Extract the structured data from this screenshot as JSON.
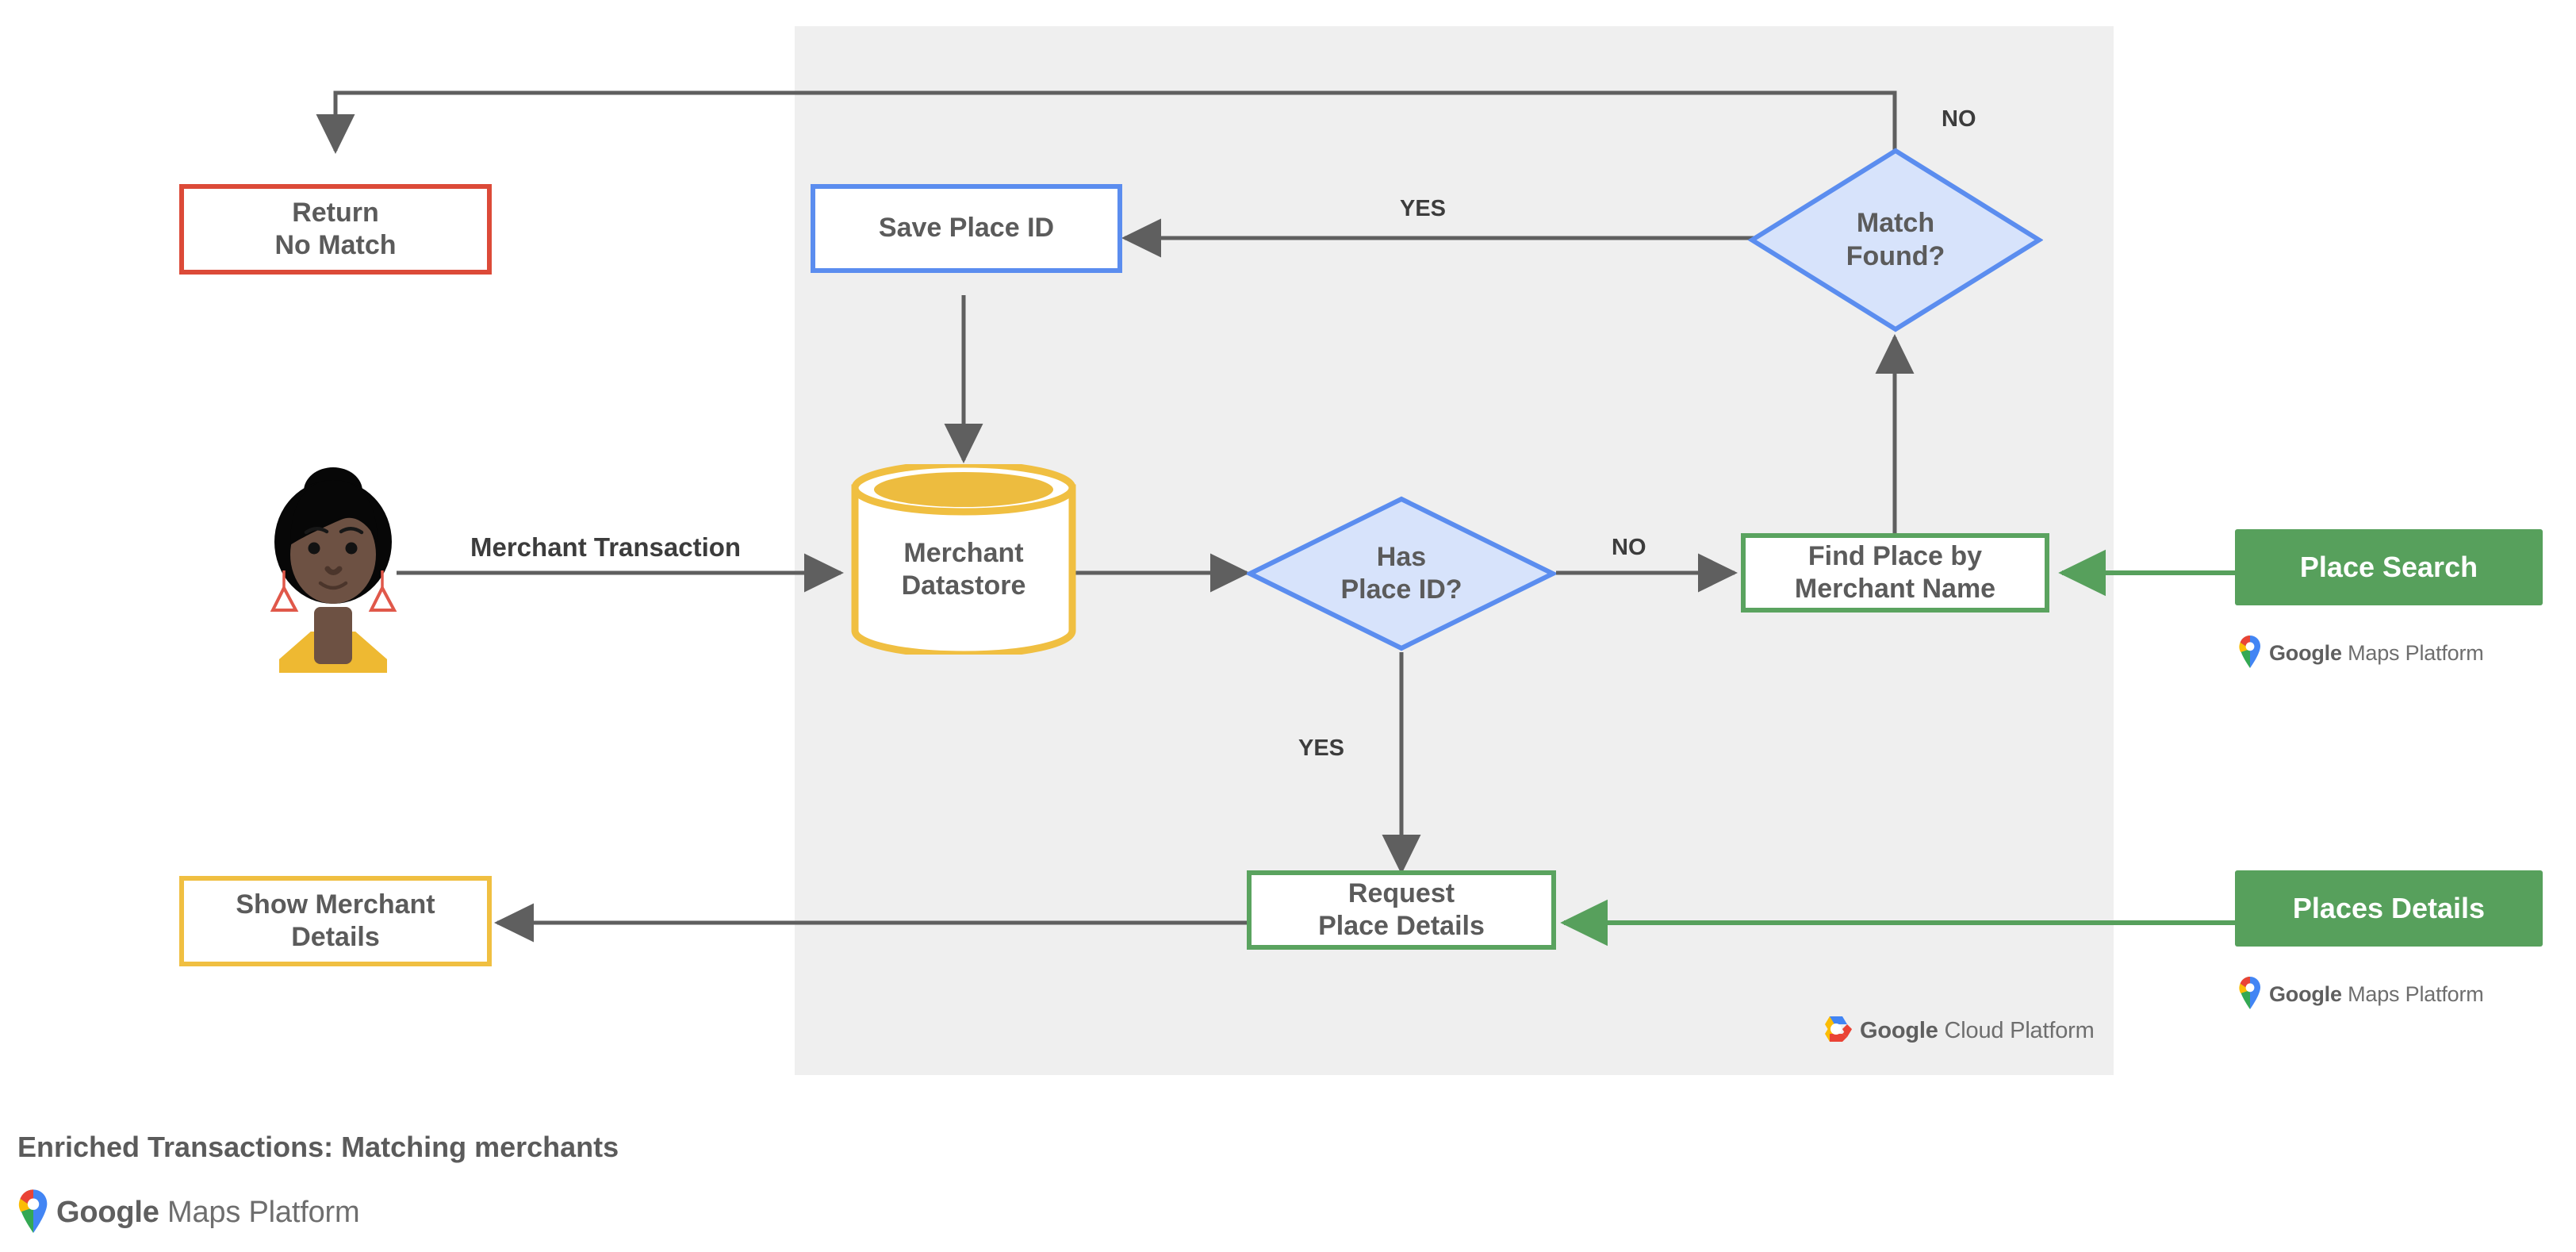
{
  "diagram": {
    "caption": "Enriched Transactions: Matching merchants",
    "platform_panel_label": "Google Cloud Platform",
    "colors": {
      "panel_bg": "#efefef",
      "red": "#dc4a38",
      "blue": "#5b8def",
      "green": "#5aa35f",
      "green_solid": "#57a05c",
      "amber": "#f0bf41",
      "diamond_fill": "#d7e3fb",
      "edge": "#5f5f5f",
      "text": "#5b5b5b"
    }
  },
  "nodes": {
    "return_no_match": {
      "label": "Return\nNo Match",
      "style": "red-outline"
    },
    "save_place_id": {
      "label": "Save Place ID",
      "style": "blue-outline"
    },
    "match_found": {
      "label": "Match\nFound?",
      "style": "blue-diamond"
    },
    "merchant_datastore": {
      "label": "Merchant\nDatastore",
      "style": "amber-cylinder"
    },
    "has_place_id": {
      "label": "Has\nPlace ID?",
      "style": "blue-diamond"
    },
    "find_place": {
      "label": "Find Place by\nMerchant Name",
      "style": "green-outline"
    },
    "place_search": {
      "label": "Place Search",
      "style": "green-solid"
    },
    "request_place_details": {
      "label": "Request\nPlace Details",
      "style": "green-outline"
    },
    "places_details": {
      "label": "Places Details",
      "style": "green-solid"
    },
    "show_merchant_details": {
      "label": "Show Merchant\nDetails",
      "style": "amber-outline"
    }
  },
  "edge_labels": {
    "merchant_transaction": "Merchant Transaction",
    "match_found_yes": "YES",
    "match_found_no": "NO",
    "has_place_id_yes": "YES",
    "has_place_id_no": "NO"
  },
  "logos": {
    "gmp_word_1": "Google",
    "gmp_word_2": "Maps Platform",
    "gcp_word_1": "Google",
    "gcp_word_2": "Cloud Platform"
  },
  "icons": {
    "avatar": "user-avatar-icon",
    "maps_pin": "google-maps-pin-icon",
    "cloud_hex": "google-cloud-hexagon-icon"
  }
}
